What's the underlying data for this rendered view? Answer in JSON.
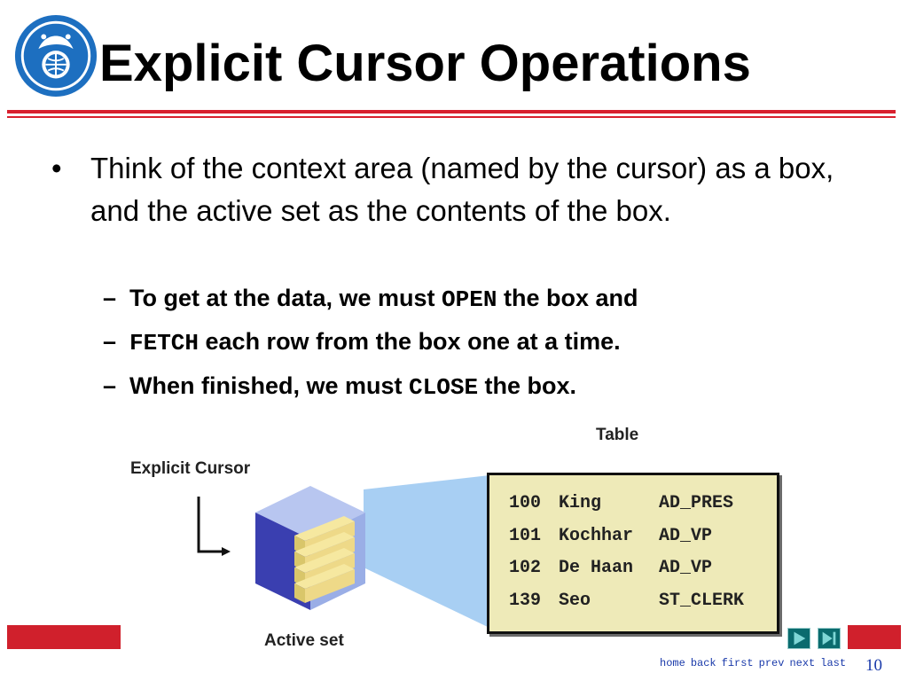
{
  "slide": {
    "title": "Explicit Cursor Operations",
    "bullet": "Think of the context area (named by the cursor) as a box, and the active set as the contents of the box.",
    "subbullets": [
      {
        "dash": "–",
        "pre": "To get at the data, we must ",
        "code": "OPEN",
        "post": " the box and"
      },
      {
        "dash": "–",
        "pre": "",
        "code": "FETCH",
        "post": " each row from the box one at a time."
      },
      {
        "dash": "–",
        "pre": "When finished, we must ",
        "code": "CLOSE",
        "post": " the box."
      }
    ]
  },
  "diagram": {
    "table_label": "Table",
    "cursor_label": "Explicit Cursor",
    "active_set_label": "Active set",
    "rows": [
      {
        "id": "100",
        "name": "King",
        "job": "AD_PRES"
      },
      {
        "id": "101",
        "name": "Kochhar",
        "job": "AD_VP"
      },
      {
        "id": "102",
        "name": "De Haan",
        "job": "AD_VP"
      },
      {
        "id": "139",
        "name": "Seo",
        "job": "ST_CLERK"
      }
    ]
  },
  "footer": {
    "nav_links": [
      "home",
      "back",
      "first",
      "prev",
      "next",
      "last"
    ],
    "page_number": "10"
  },
  "colors": {
    "accent_red": "#d8202e",
    "logo_blue": "#1d6fc0",
    "table_fill": "#eeeab8",
    "cube_blue": "#3a3fb0",
    "beam_blue": "#9fcaf2",
    "link_blue": "#1a3aaa"
  }
}
